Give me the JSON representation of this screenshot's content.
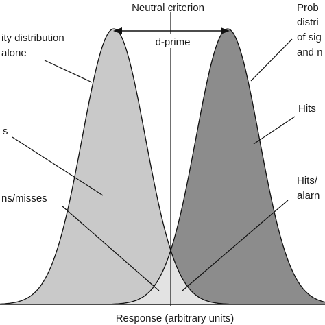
{
  "diagram": {
    "top_label": "Neutral criterion",
    "dprime_label": "d-prime",
    "noise_label_lines": [
      "ity distribution",
      " alone"
    ],
    "signal_label_lines": [
      "Prob",
      "distri",
      "of sig",
      "and n"
    ],
    "left_label_1": "s",
    "left_label_2": "ns/misses",
    "right_label_1": "Hits",
    "right_label_2_lines": [
      "Hits/",
      "alarn"
    ],
    "x_axis_label": "Response (arbitrary units)"
  },
  "colors": {
    "noise_fill": "#c9c9c9",
    "signal_fill": "#8c8c8c",
    "overlap_fill": "#e3e3e3",
    "stroke": "#111111",
    "background": "#ffffff"
  }
}
